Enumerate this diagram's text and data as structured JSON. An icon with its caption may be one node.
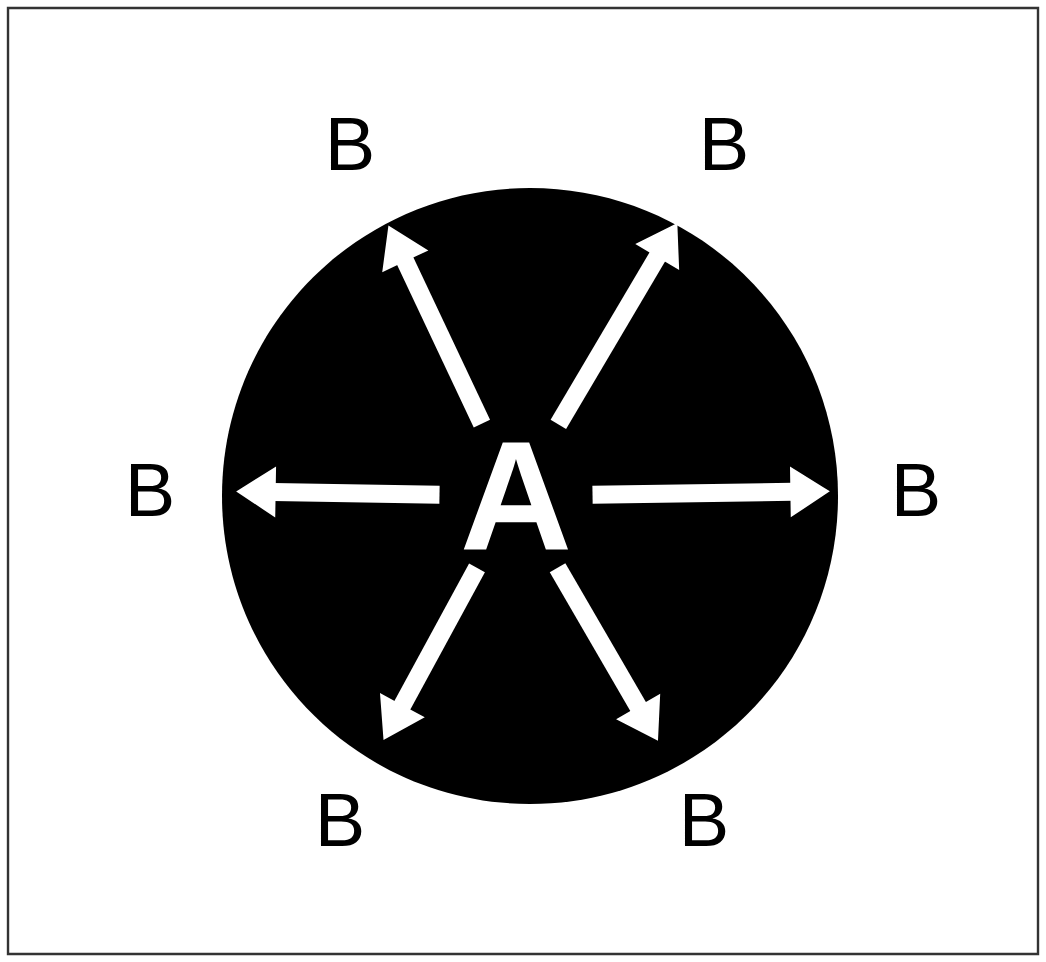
{
  "diagram": {
    "nodes": [
      {
        "text": [],
        "shape": "circle"
      },
      {
        "text": [
          "A"
        ],
        "in": 0
      },
      {
        "text": [
          "B"
        ]
      },
      {
        "text": [
          "B"
        ]
      },
      {
        "text": [
          "B"
        ]
      },
      {
        "text": [
          "B"
        ]
      },
      {
        "text": [
          "B"
        ]
      },
      {
        "text": [
          "B"
        ]
      }
    ],
    "edges": [
      {
        "from": 1,
        "to": 2,
        "arrow": "to"
      },
      {
        "from": 1,
        "to": 3,
        "arrow": "to"
      },
      {
        "from": 1,
        "to": 4,
        "arrow": "to"
      },
      {
        "from": 1,
        "to": 5,
        "arrow": "to"
      },
      {
        "from": 1,
        "to": 6,
        "arrow": "to"
      },
      {
        "from": 1,
        "to": 7,
        "arrow": "to"
      }
    ]
  }
}
